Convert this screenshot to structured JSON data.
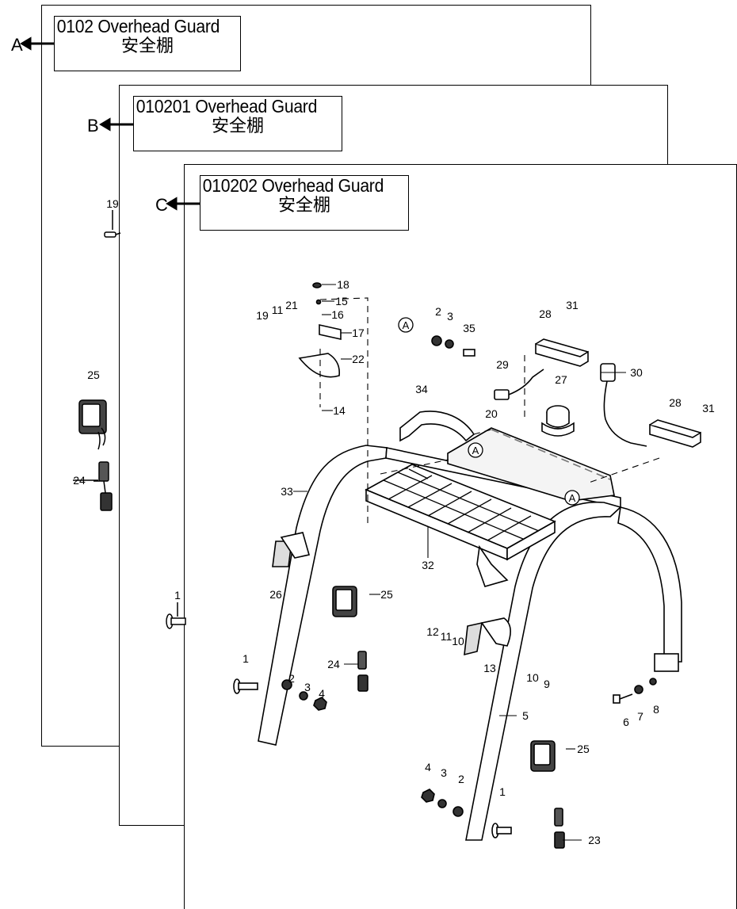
{
  "sheets": [
    {
      "callout": "A",
      "code_title": "0102 Overhead Guard",
      "cn_title": "安全棚"
    },
    {
      "callout": "B",
      "code_title": "010201 Overhead Guard",
      "cn_title": "安全棚"
    },
    {
      "callout": "C",
      "code_title": "010202 Overhead Guard",
      "cn_title": "安全棚"
    }
  ],
  "circle_marker": "A",
  "part_labels": {
    "sheet_a": [
      "25",
      "24"
    ],
    "sheet_b": [
      "19",
      "1"
    ],
    "sheet_c": [
      "18",
      "15",
      "16",
      "17",
      "19",
      "11",
      "21",
      "22",
      "14",
      "2",
      "3",
      "35",
      "28",
      "31",
      "29",
      "27",
      "30",
      "34",
      "20",
      "28",
      "31",
      "33",
      "32",
      "26",
      "25",
      "24",
      "1",
      "2",
      "3",
      "4",
      "12",
      "11",
      "10",
      "13",
      "10",
      "9",
      "5",
      "6",
      "7",
      "8",
      "25",
      "23",
      "4",
      "3",
      "2",
      "1"
    ]
  }
}
